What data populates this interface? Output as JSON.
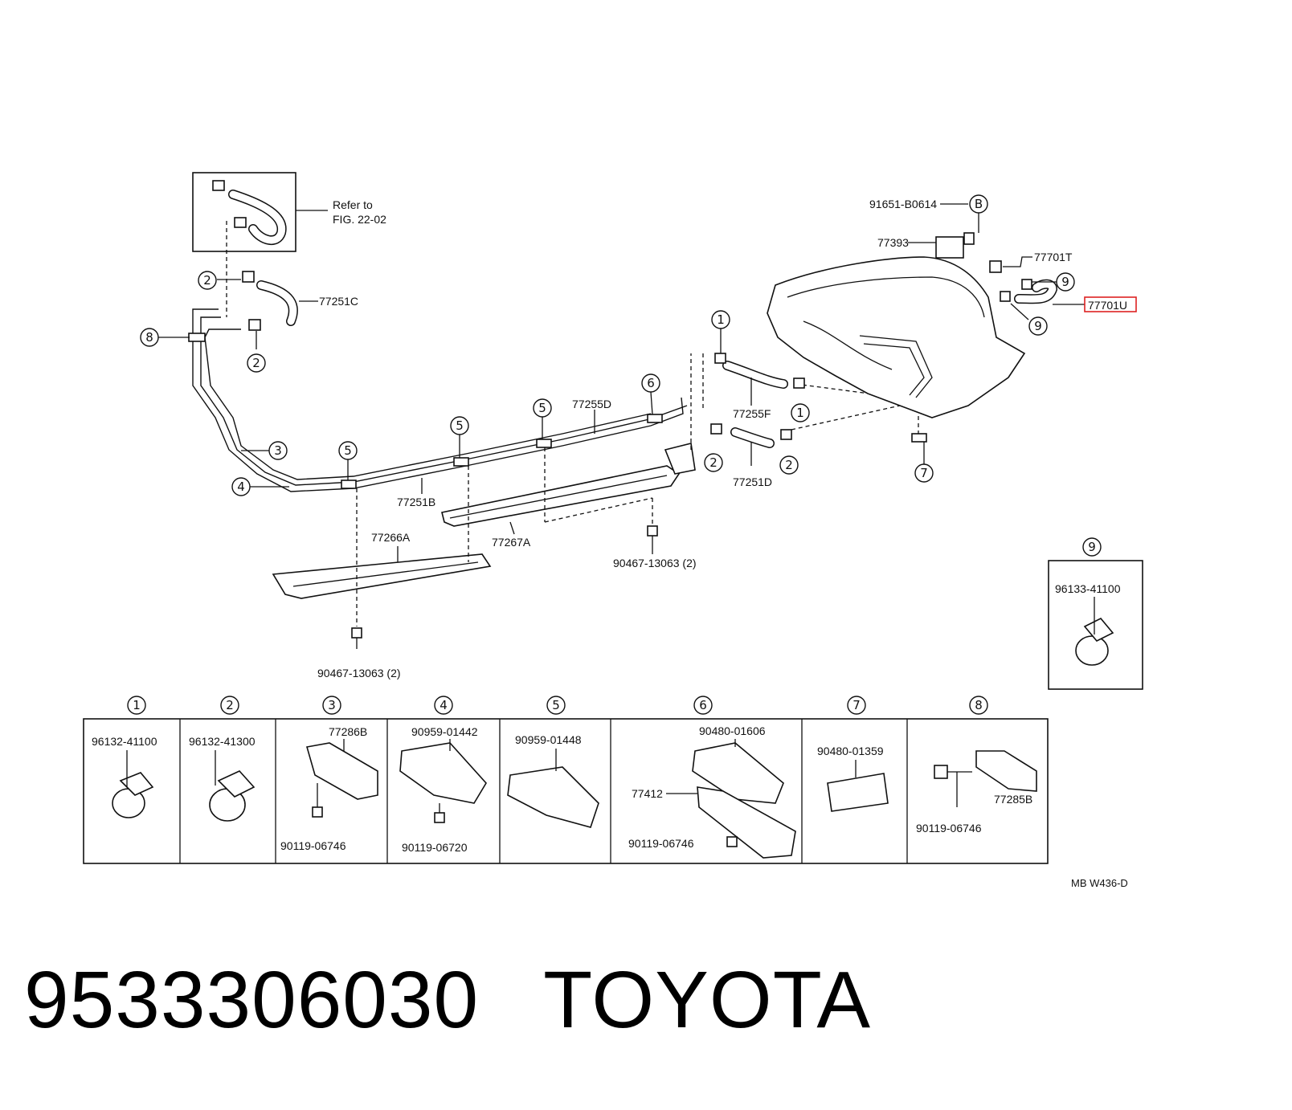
{
  "refer_note": [
    "Refer to",
    "FIG. 22-02"
  ],
  "figure_code": "MB W436-D",
  "caption": {
    "part_number": "9533306030",
    "brand": "TOYOTA"
  },
  "callouts": {
    "c1": "77251C",
    "c2": "77255D",
    "c3": "77255F",
    "c4": "77251B",
    "c5": "77251D",
    "c6": "77266A",
    "c7": "77267A",
    "c8": "90467-13063 (2)",
    "c9": "90467-13063 (2)",
    "c10": "91651-B0614",
    "c11": "77393",
    "c12": "77701T",
    "c13": "77701U"
  },
  "circle_markers": [
    "1",
    "2",
    "3",
    "4",
    "5",
    "6",
    "7",
    "8",
    "9",
    "B"
  ],
  "detail_9": {
    "marker": "9",
    "part": "96133-41100"
  },
  "parts_table": [
    {
      "marker": "1",
      "parts": [
        "96132-41100"
      ]
    },
    {
      "marker": "2",
      "parts": [
        "96132-41300"
      ]
    },
    {
      "marker": "3",
      "parts": [
        "77286B",
        "90119-06746"
      ]
    },
    {
      "marker": "4",
      "parts": [
        "90959-01442",
        "90119-06720"
      ]
    },
    {
      "marker": "5",
      "parts": [
        "90959-01448"
      ]
    },
    {
      "marker": "6",
      "parts": [
        "90480-01606",
        "77412",
        "90119-06746"
      ]
    },
    {
      "marker": "7",
      "parts": [
        "90480-01359"
      ]
    },
    {
      "marker": "8",
      "parts": [
        "77285B",
        "90119-06746"
      ]
    }
  ]
}
